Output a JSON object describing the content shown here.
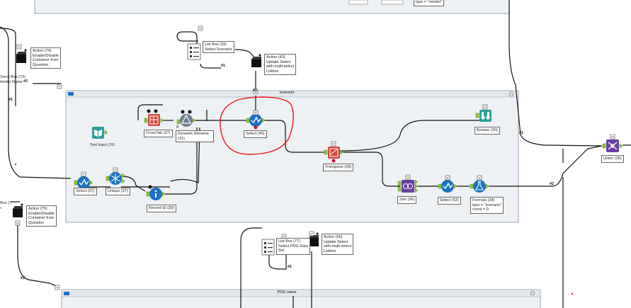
{
  "colors": {
    "container_bg": "#eef1f4",
    "container_header": "#e3e8ee",
    "selection_circle": "#e8161a",
    "tool_blue": "#1a72c4",
    "tool_teal": "#2aa19a",
    "tool_purple": "#6a3fa3",
    "tool_red": "#d9473a",
    "tool_gray": "#6f7f8e",
    "anchor_green": "#8dc63f"
  },
  "containers": {
    "scenario": {
      "title": "scenario",
      "collapse_icon": "collapse-icon"
    },
    "pdg": {
      "title": "PDG name",
      "collapse_icon": "collapse-icon"
    },
    "top": {
      "title": "",
      "top_texts": [
        "type = \"vendor\""
      ]
    }
  },
  "tools": {
    "text_input": {
      "label": "Text Input (76)",
      "icon": "book-icon"
    },
    "select_45": {
      "label": "Select (45)",
      "icon": "check-icon"
    },
    "crosstab_27": {
      "label": "CrossTab (27)",
      "icon": "crosstab-icon"
    },
    "dynamic_rename": {
      "label": "Dynamic Rename\n(31)",
      "icon": "rename-icon"
    },
    "select_37": {
      "label": "Select (37)",
      "icon": "check-icon"
    },
    "unique_37": {
      "label": "Unique (37)",
      "icon": "snowflake-icon"
    },
    "record_id": {
      "label": "Record ID (39)",
      "icon": "record-id-icon"
    },
    "transpose": {
      "label": "Transpose (39)",
      "icon": "transpose-icon"
    },
    "browse": {
      "label": "Browse (30)",
      "icon": "binoculars-icon"
    },
    "join": {
      "label": "Join (36)",
      "icon": "join-icon"
    },
    "select_52": {
      "label": "Select (52)",
      "icon": "check-icon"
    },
    "formula": {
      "label": "Formula (34)\ntype = \"scenario\"\ncount = 0",
      "icon": "flask-icon"
    },
    "union": {
      "label": "Union (36)",
      "icon": "union-icon"
    },
    "listbox_scen": {
      "label": "List Box (33)\nSelect Scenario",
      "icon": "listbox-icon"
    },
    "action_update_top": {
      "label": "Action (43)\nUpdate Select\nwith multi-select\nListbox",
      "icon": "clapper-icon"
    },
    "action_enable_top": {
      "label": "Action (74)\nEnable/Disable\nContainer from\nQuestion",
      "icon": "clapper-icon"
    },
    "checkbox_left": {
      "label": "Check Box (73)\nVendor Name",
      "icon": "checkbox-icon"
    },
    "checkbox_left2": {
      "label": "k Box (7\nrio",
      "icon": "checkbox-icon"
    },
    "action_enable_bottom": {
      "label": "Action (75)\nEnable/Disable\nContainer from\nQuestion",
      "icon": "clapper-icon"
    },
    "listbox_pdg": {
      "label": "List Box (77)\nSelect PDG Data\nSet",
      "icon": "listbox-icon"
    },
    "action_update_bottom": {
      "label": "Action (66)\nUpdate Select\nwith multi-select\nListbox",
      "icon": "clapper-icon"
    }
  },
  "connection_labels": [
    "#2",
    "#2",
    "#2",
    "#1",
    "#1",
    "#1",
    "#1",
    "#1"
  ]
}
